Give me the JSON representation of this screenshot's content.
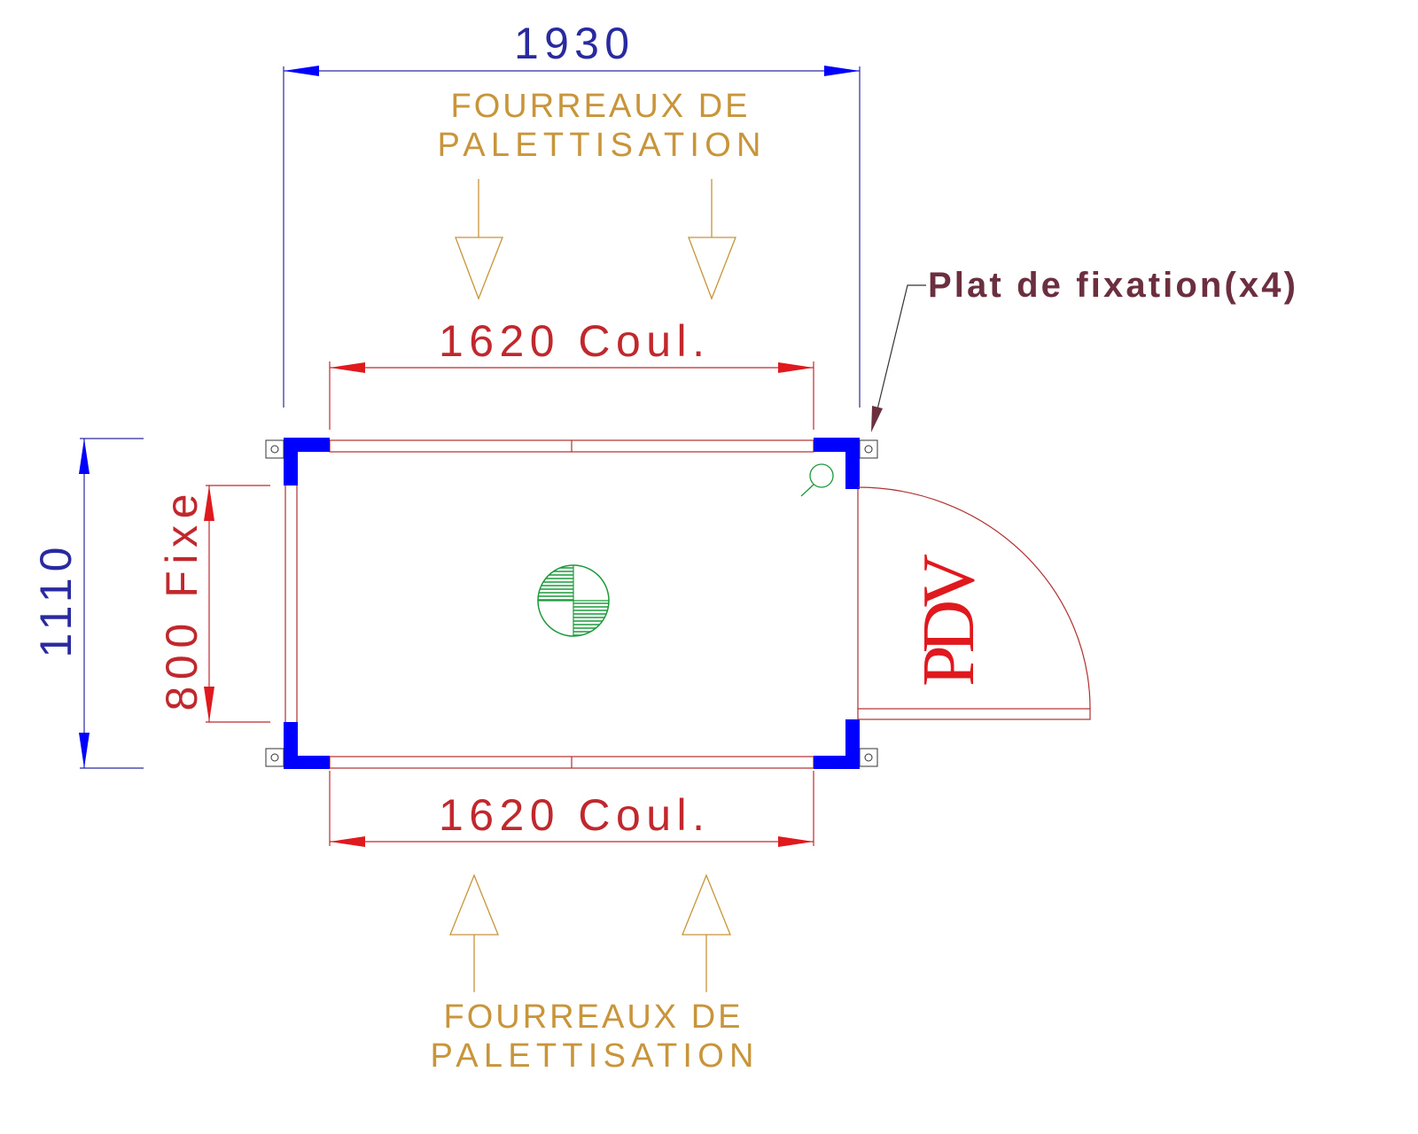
{
  "dimensions": {
    "overall_width": "1930",
    "overall_depth": "1110",
    "sliding_top": "1620 Coul.",
    "sliding_bottom": "1620 Coul.",
    "fixed_left": "800 Fixe"
  },
  "labels": {
    "pallet_sleeves_top": [
      "FOURREAUX DE",
      "PALETTISATION"
    ],
    "pallet_sleeves_bottom": [
      "FOURREAUX DE",
      "PALETTISATION"
    ],
    "door": "PDV",
    "fixing_plate": "Plat de fixation(x4)"
  },
  "colors": {
    "dimension_blue": "#2a2aa0",
    "dimension_red": "#c0282d",
    "annotation_orange": "#c8953a",
    "corner_post": "#0000ff",
    "symbol_green": "#1a9a3a",
    "note": "#6b2f3f"
  }
}
